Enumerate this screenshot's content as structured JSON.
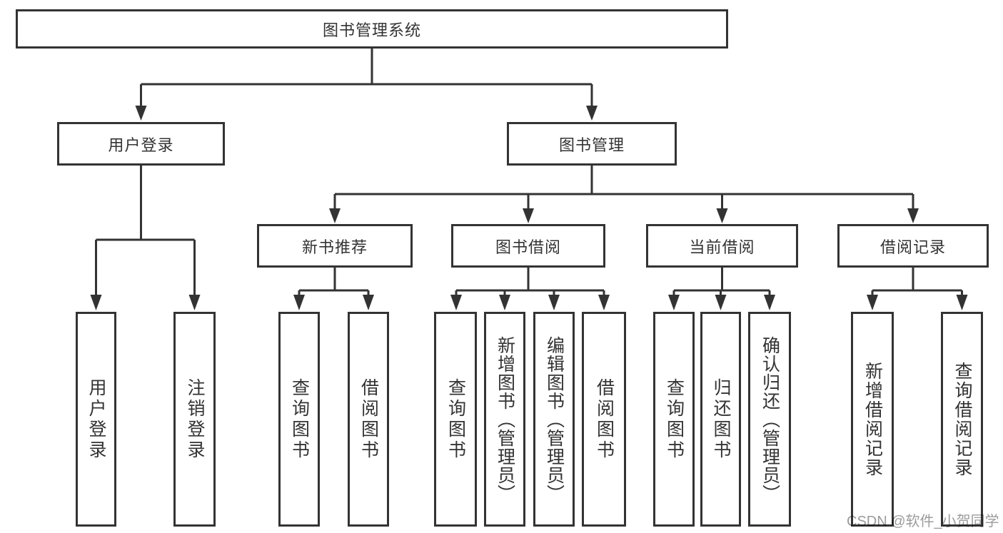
{
  "tree": {
    "root": {
      "label": "图书管理系统"
    },
    "branches": [
      {
        "label": "用户登录",
        "children": [
          {
            "label": "用户登录"
          },
          {
            "label": "注销登录"
          }
        ]
      },
      {
        "label": "图书管理",
        "children": [
          {
            "label": "新书推荐",
            "children": [
              {
                "label": "查询图书"
              },
              {
                "label": "借阅图书"
              }
            ]
          },
          {
            "label": "图书借阅",
            "children": [
              {
                "label": "查询图书"
              },
              {
                "label": "新增图书（管理员）"
              },
              {
                "label": "编辑图书（管理员）"
              },
              {
                "label": "借阅图书"
              }
            ]
          },
          {
            "label": "当前借阅",
            "children": [
              {
                "label": "查询图书"
              },
              {
                "label": "归还图书"
              },
              {
                "label": "确认归还（管理员）"
              }
            ]
          },
          {
            "label": "借阅记录",
            "children": [
              {
                "label": "新增借阅记录"
              },
              {
                "label": "查询借阅记录"
              }
            ]
          }
        ]
      }
    ]
  },
  "watermark": {
    "text": "CSDN @软件_小贺同学"
  },
  "colors": {
    "line": "#333333",
    "box_border": "#333333",
    "box_fill": "#ffffff",
    "text": "#333333",
    "watermark": "#9c9c9c",
    "background": "#ffffff"
  }
}
